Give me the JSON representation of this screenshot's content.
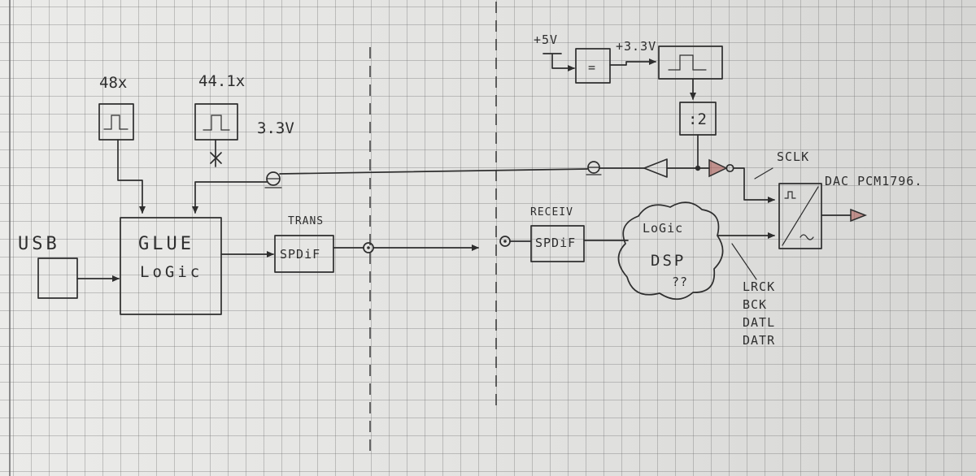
{
  "diagram": {
    "clock_48": {
      "label": "48x"
    },
    "clock_44": {
      "label": "44.1x",
      "note": "3.3V"
    },
    "usb": {
      "label": "USB"
    },
    "glue_logic": {
      "line1": "GLUE",
      "line2": "LoGic"
    },
    "trans": {
      "label": "TRANS",
      "block": "SPDiF"
    },
    "receiv": {
      "label": "RECEIV",
      "block": "SPDiF"
    },
    "dsp": {
      "line1": "LoGic",
      "line2": "DSP",
      "line3": "??"
    },
    "power": {
      "input": "+5V",
      "regulator": "=",
      "output": "+3.3V"
    },
    "divider": {
      "label": ":2"
    },
    "dac": {
      "label": "DAC PCM1796.",
      "sclk": "SCLK",
      "signals": [
        "LRCK",
        "BCK",
        "DATL",
        "DATR"
      ]
    }
  },
  "colors": {
    "ink": "#2e2e2e",
    "accent": "#a8524c",
    "paper": "#e3e3e1"
  }
}
